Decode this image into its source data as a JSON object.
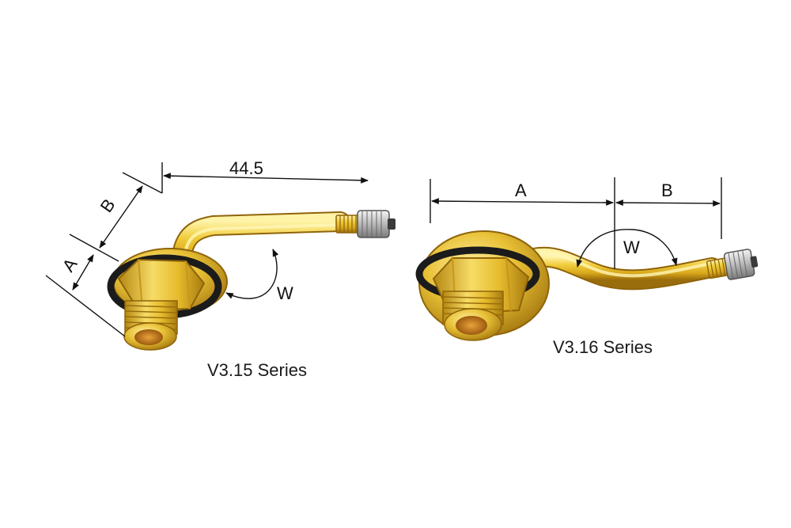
{
  "colors": {
    "brass_light": "#f5e07a",
    "brass": "#e0b82a",
    "brass_dark": "#a57810",
    "rubber": "#1b1b1b",
    "chrome": "#d8d8d8",
    "dimension_line": "#111111"
  },
  "valve_v315": {
    "caption": "V3.15 Series",
    "dim_length": "44.5",
    "dim_a": "A",
    "dim_b": "B",
    "dim_w": "W"
  },
  "valve_v316": {
    "caption": "V3.16 Series",
    "dim_a": "A",
    "dim_b": "B",
    "dim_w": "W"
  }
}
